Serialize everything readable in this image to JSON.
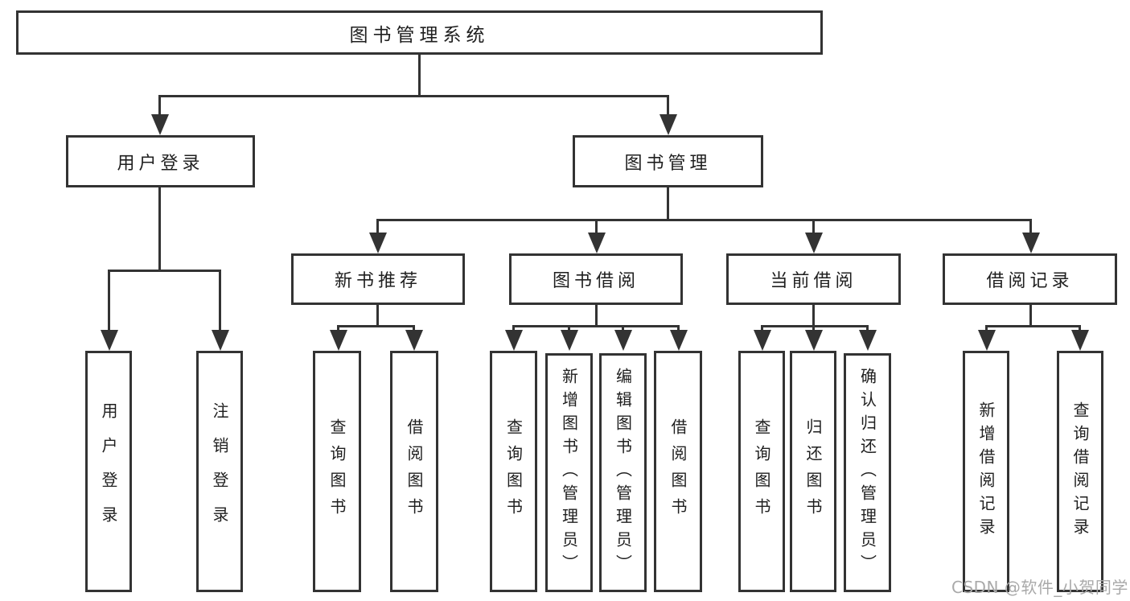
{
  "tree": {
    "root": {
      "label": "图书管理系统"
    },
    "branches": [
      {
        "label": "用户登录",
        "children": [
          "用户登录",
          "注销登录"
        ]
      },
      {
        "label": "图书管理",
        "groups": [
          {
            "label": "新书推荐",
            "children": [
              "查询图书",
              "借阅图书"
            ]
          },
          {
            "label": "图书借阅",
            "children": [
              "查询图书",
              "新增图书（管理员）",
              "编辑图书（管理员）",
              "借阅图书"
            ]
          },
          {
            "label": "当前借阅",
            "children": [
              "查询图书",
              "归还图书",
              "确认归还（管理员）"
            ]
          },
          {
            "label": "借阅记录",
            "children": [
              "新增借阅记录",
              "查询借阅记录"
            ]
          }
        ]
      }
    ]
  },
  "watermark": {
    "text": "CSDN @软件_小贺同学"
  },
  "colors": {
    "line": "#333333",
    "text": "#1f1f1f",
    "watermark": "#a9a9a9",
    "background": "#ffffff"
  }
}
